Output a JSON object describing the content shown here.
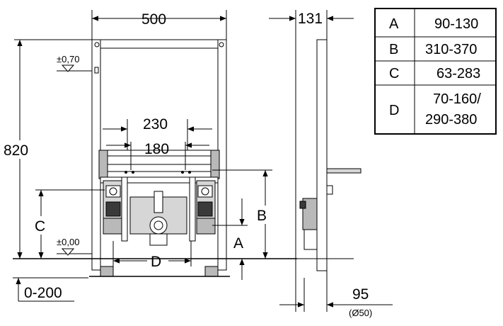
{
  "dimensions": {
    "frame_width": "500",
    "side_depth": "131",
    "inlet_spacing_outer": "230",
    "inlet_spacing_inner": "180",
    "height": "820",
    "level_top": "±0,70",
    "level_floor": "±0,00",
    "floor_adjust": "0-200",
    "label_a": "A",
    "label_b": "B",
    "label_c": "C",
    "label_d": "D",
    "waste_offset": "95",
    "waste_diameter": "(Ø50)"
  },
  "table": {
    "rows": [
      {
        "key": "A",
        "value": "90-130"
      },
      {
        "key": "B",
        "value": "310-370"
      },
      {
        "key": "C",
        "value": "63-283"
      },
      {
        "key": "D",
        "value": "70-160/",
        "value2": "290-380"
      }
    ]
  },
  "colors": {
    "line": "#000000",
    "fill_gray": "#b9b9b9",
    "fill_light": "#d6d6d6",
    "background": "#ffffff"
  }
}
